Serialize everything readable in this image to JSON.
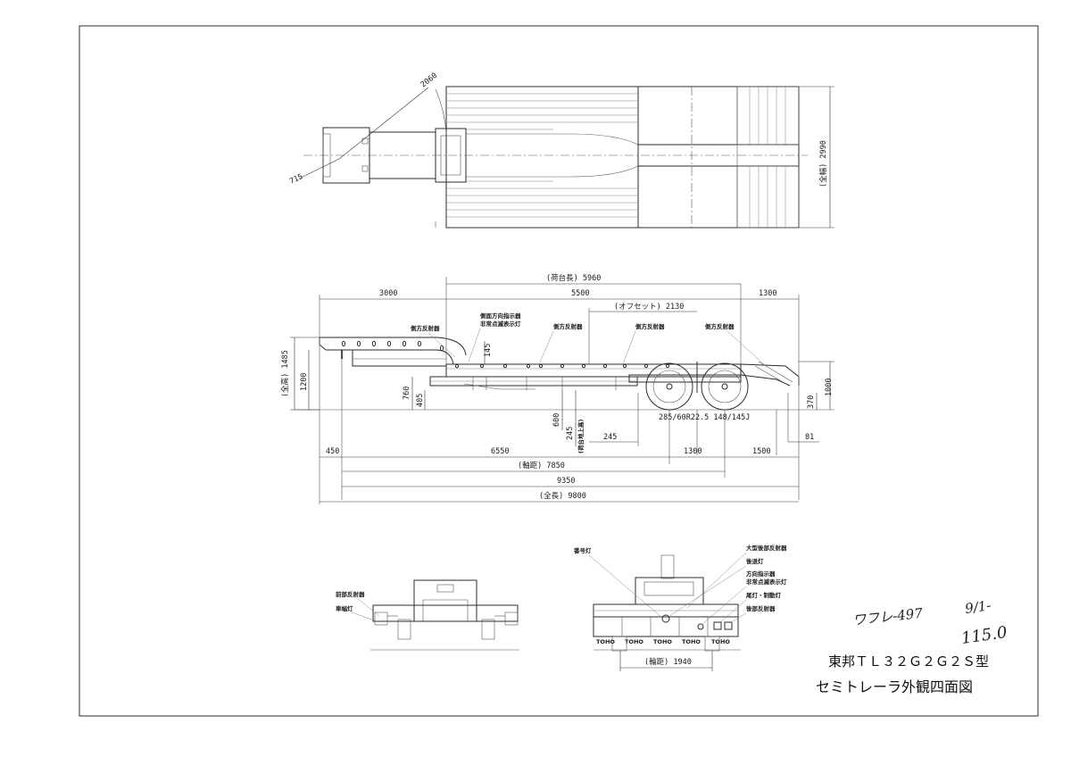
{
  "title": {
    "line1": "東邦ＴＬ３２Ｇ２Ｇ２Ｓ型",
    "line2": "セミトレーラ外観四面図"
  },
  "handwritten": {
    "note1": "ワフレ-497",
    "note2": "9/1-",
    "note3": "115.0"
  },
  "top_view": {
    "swing_radius": "2060",
    "front_overhang": "715",
    "overall_width": "(全幅) 2990"
  },
  "side_view": {
    "deck_length": "(荷台長) 5960",
    "gooseneck": "3000",
    "main_span": "5500",
    "rear_overhang": "1300",
    "offset": "(オフセット) 2130",
    "overall_height": "(全高) 1485",
    "h1200": "1200",
    "h760": "760",
    "h405": "405",
    "h145": "145",
    "h600": "600",
    "h245": "245",
    "ground_label": "(荷台地上高)",
    "h1000": "1000",
    "h370": "370",
    "tire": "285/60R22.5 148/145J",
    "w245": "245",
    "w81": "81",
    "w450": "450",
    "w6550": "6550",
    "w1300b": "1300",
    "w1500": "1500",
    "wheelbase": "(軸距) 7850",
    "w9350": "9350",
    "overall_length": "(全長) 9800",
    "lbl_side_reflector_1": "側方反射器",
    "lbl_side_turn": "側面方向指示器",
    "lbl_side_turn_2": "非常点滅表示灯",
    "lbl_side_reflector_2": "側方反射器",
    "lbl_side_reflector_3": "側方反射器",
    "lbl_side_reflector_4": "側方反射器"
  },
  "front_view": {
    "lbl_front_reflector": "前部反射器",
    "lbl_width_lamp": "車幅灯"
  },
  "rear_view": {
    "lbl_plate_lamp": "番号灯",
    "lbl_large_rear_reflector": "大型後部反射器",
    "lbl_reverse_lamp": "後退灯",
    "lbl_turn": "方向指示器",
    "lbl_hazard": "非常点滅表示灯",
    "lbl_tail_brake": "尾灯・制動灯",
    "lbl_rear_reflector": "後部反射器",
    "track": "(輪距) 1940",
    "brand": "TOHO"
  }
}
